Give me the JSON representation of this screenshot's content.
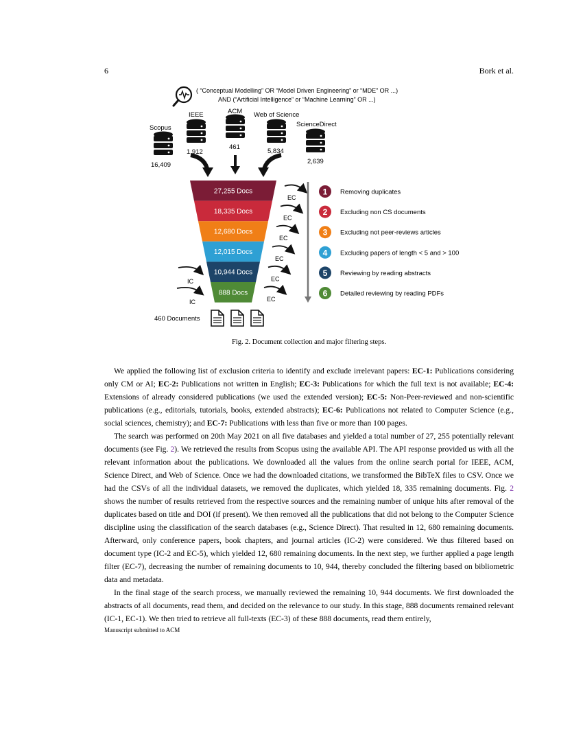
{
  "header": {
    "page_number": "6",
    "authors": "Bork et al."
  },
  "figure": {
    "query_line1": "( “Conceptual Modelling” OR “Model Driven Engineering” or “MDE” OR ...)",
    "query_line2": "AND  (“Artificial Intelligence” or “Machine Learning” OR ...)",
    "databases": [
      {
        "name": "Scopus",
        "count": "16,409"
      },
      {
        "name": "IEEE",
        "count": "1,912"
      },
      {
        "name": "ACM",
        "count": "461"
      },
      {
        "name": "Web of Science",
        "count": "5,834"
      },
      {
        "name": "ScienceDirect",
        "count": "2,639"
      }
    ],
    "funnel": [
      {
        "label": "27,255 Docs",
        "color": "#7b1c36"
      },
      {
        "label": "18,335 Docs",
        "color": "#c92a3b"
      },
      {
        "label": "12,680 Docs",
        "color": "#f07f17"
      },
      {
        "label": "12,015 Docs",
        "color": "#2ea0d4"
      },
      {
        "label": "10,944 Docs",
        "color": "#1d4468"
      },
      {
        "label": "888 Docs",
        "color": "#4f8a36"
      }
    ],
    "steps": [
      {
        "num": "1",
        "label": "Removing duplicates",
        "color": "#7b1c36"
      },
      {
        "num": "2",
        "label": "Excluding non CS documents",
        "color": "#c92a3b"
      },
      {
        "num": "3",
        "label": "Excluding not peer-reviews articles",
        "color": "#f07f17"
      },
      {
        "num": "4",
        "label": "Excluding papers of length < 5 and > 100",
        "color": "#2ea0d4"
      },
      {
        "num": "5",
        "label": "Reviewing by reading abstracts",
        "color": "#1d4468"
      },
      {
        "num": "6",
        "label": "Detailed reviewing by reading PDFs",
        "color": "#4f8a36"
      }
    ],
    "ec_label": "EC",
    "ic_label": "IC",
    "result_label": "460 Documents"
  },
  "caption": "Fig. 2.  Document collection and major filtering steps.",
  "p1": {
    "a": "We applied the following list of exclusion criteria to identify and exclude irrelevant papers: ",
    "ec1": "EC-1:",
    "b": " Publications considering only CM or AI; ",
    "ec2": "EC-2:",
    "c": " Publications not written in English; ",
    "ec3": "EC-3:",
    "d": " Publications for which the full text is not available; ",
    "ec4": "EC-4:",
    "e": " Extensions of already considered publications (we used the extended version); ",
    "ec5": "EC-5:",
    "f": " Non-Peer-reviewed and non-scientific publications (e.g., editorials, tutorials, books, extended abstracts); ",
    "ec6": "EC-6:",
    "g": " Publications not related to Computer Science (e.g., social sciences, chemistry); and ",
    "ec7": "EC-7:",
    "h": " Publications with less than five or more than 100 pages."
  },
  "p2": {
    "a": "The search was performed on 20th May 2021 on all five databases and yielded a total number of 27, 255 potentially relevant documents (see Fig. ",
    "ref1": "2",
    "b": "). We retrieved the results from Scopus using the available API. The API response provided us with all the relevant information about the publications. We downloaded all the values from the online search portal for IEEE, ACM, Science Direct, and Web of Science. Once we had the downloaded citations, we transformed the BibTeX files to CSV. Once we had the CSVs of all the individual datasets, we removed the duplicates, which yielded 18, 335 remaining documents. Fig. ",
    "ref2": "2",
    "c": " shows the number of results retrieved from the respective sources and the remaining number of unique hits after removal of the duplicates based on title and DOI (if present). We then removed all the publications that did not belong to the Computer Science discipline using the classification of the search databases (e.g., Science Direct). That resulted in 12, 680 remaining documents. Afterward, only conference papers, book chapters, and journal articles (IC-2) were considered. We thus filtered based on document type (IC-2 and EC-5), which yielded 12, 680 remaining documents. In the next step, we further applied a page length filter (EC-7), decreasing the number of remaining documents to 10, 944, thereby concluded the filtering based on bibliometric data and metadata."
  },
  "p3": "In the final stage of the search process, we manually reviewed the remaining 10, 944 documents. We first downloaded the abstracts of all documents, read them, and decided on the relevance to our study. In this stage, 888 documents remained relevant (IC-1, EC-1). We then tried to retrieve all full-texts (EC-3) of these 888 documents, read them entirely,",
  "footer": "Manuscript submitted to ACM"
}
